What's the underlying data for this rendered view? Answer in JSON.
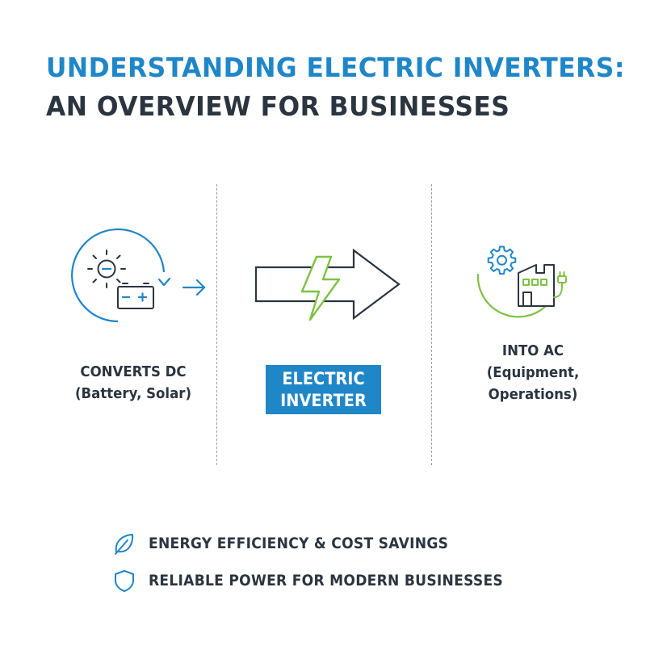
{
  "title": {
    "line1": "UNDERSTANDING ELECTRIC INVERTERS:",
    "line2": "AN OVERVIEW FOR BUSINESSES"
  },
  "left": {
    "label": "CONVERTS DC",
    "sub": "(Battery, Solar)",
    "icons": [
      "sun-icon",
      "battery-icon",
      "circular-arrow-icon",
      "right-arrow-icon"
    ]
  },
  "center": {
    "box_line1": "ELECTRIC",
    "box_line2": "INVERTER",
    "icons": [
      "big-arrow-icon",
      "lightning-bolt-icon"
    ]
  },
  "right": {
    "label": "INTO AC",
    "sub1": "(Equipment,",
    "sub2": "Operations)",
    "icons": [
      "gear-icon",
      "factory-icon",
      "plug-icon"
    ]
  },
  "features": [
    {
      "icon": "leaf-icon",
      "text": "ENERGY EFFICIENCY & COST SAVINGS"
    },
    {
      "icon": "shield-icon",
      "text": "RELIABLE POWER FOR MODERN BUSINESSES"
    }
  ],
  "colors": {
    "blue": "#1f86c8",
    "green": "#7dc242",
    "dark": "#2b3540",
    "divider": "#9aa2aa",
    "background": "#ffffff"
  }
}
